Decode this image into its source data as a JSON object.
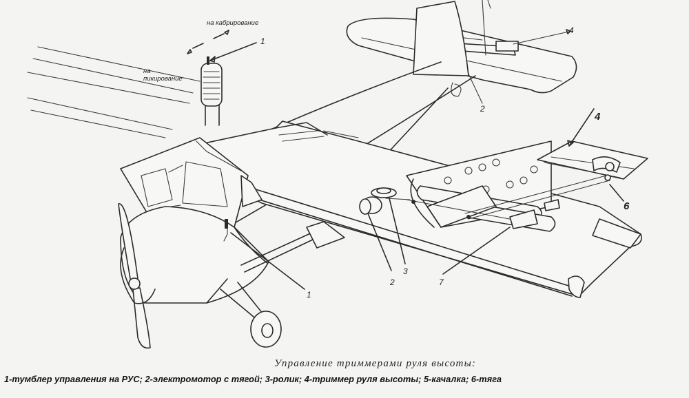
{
  "control_switch_notes": {
    "pitch_up": "на кабрирование",
    "pitch_down": "на\nпикирование"
  },
  "callouts": {
    "c1_top": "1",
    "c4_top": "4",
    "c2_top": "2",
    "c4_wing": "4",
    "c6": "6",
    "c2_motor": "2",
    "c3": "3",
    "c7": "7",
    "c1_cockpit": "1"
  },
  "caption": "Управление триммерами руля высоты:",
  "legend": "1-тумблер управления на РУС; 2-электромотор с тягой; 3-ролик; 4-триммер руля высоты; 5-качалка; 6-тяга",
  "colors": {
    "ink": "#2b2b2b",
    "paper": "#f4f4f2"
  }
}
